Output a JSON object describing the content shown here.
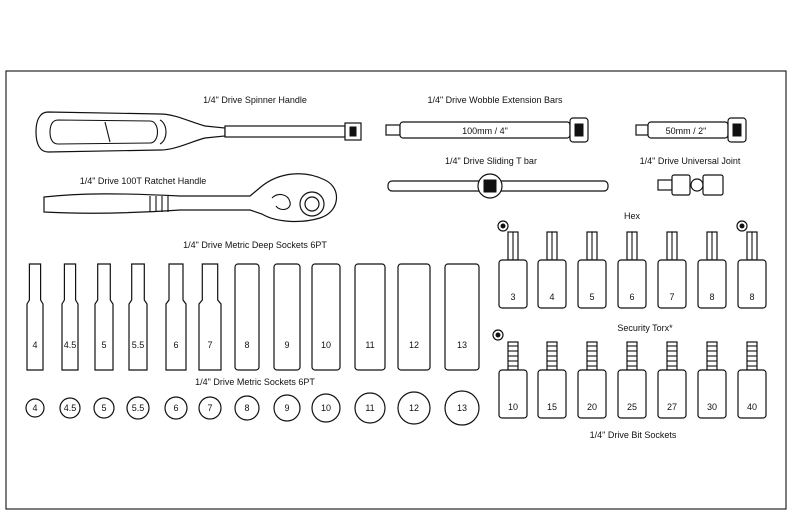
{
  "labels": {
    "spinner_handle": "1/4\" Drive Spinner Handle",
    "wobble_bars": "1/4\" Drive Wobble Extension Bars",
    "wobble_long": "100mm / 4\"",
    "wobble_short": "50mm / 2\"",
    "sliding_tbar": "1/4\" Drive Sliding T bar",
    "universal_joint": "1/4\" Drive Universal Joint",
    "ratchet_handle": "1/4\" Drive 100T Ratchet Handle",
    "deep_sockets": "1/4\" Drive Metric Deep Sockets 6PT",
    "metric_sockets": "1/4\" Drive Metric Sockets 6PT",
    "hex": "Hex",
    "security_torx": "Security Torx*",
    "bit_sockets": "1/4\" Drive Bit Sockets"
  },
  "deep_sockets": [
    "4",
    "4.5",
    "5",
    "5.5",
    "6",
    "7",
    "8",
    "9",
    "10",
    "11",
    "12",
    "13"
  ],
  "metric_sockets": [
    "4",
    "4.5",
    "5",
    "5.5",
    "6",
    "7",
    "8",
    "9",
    "10",
    "11",
    "12",
    "13"
  ],
  "hex_bits": [
    "3",
    "4",
    "5",
    "6",
    "7",
    "8",
    "8"
  ],
  "torx_bits": [
    "10",
    "15",
    "20",
    "25",
    "27",
    "30",
    "40"
  ]
}
